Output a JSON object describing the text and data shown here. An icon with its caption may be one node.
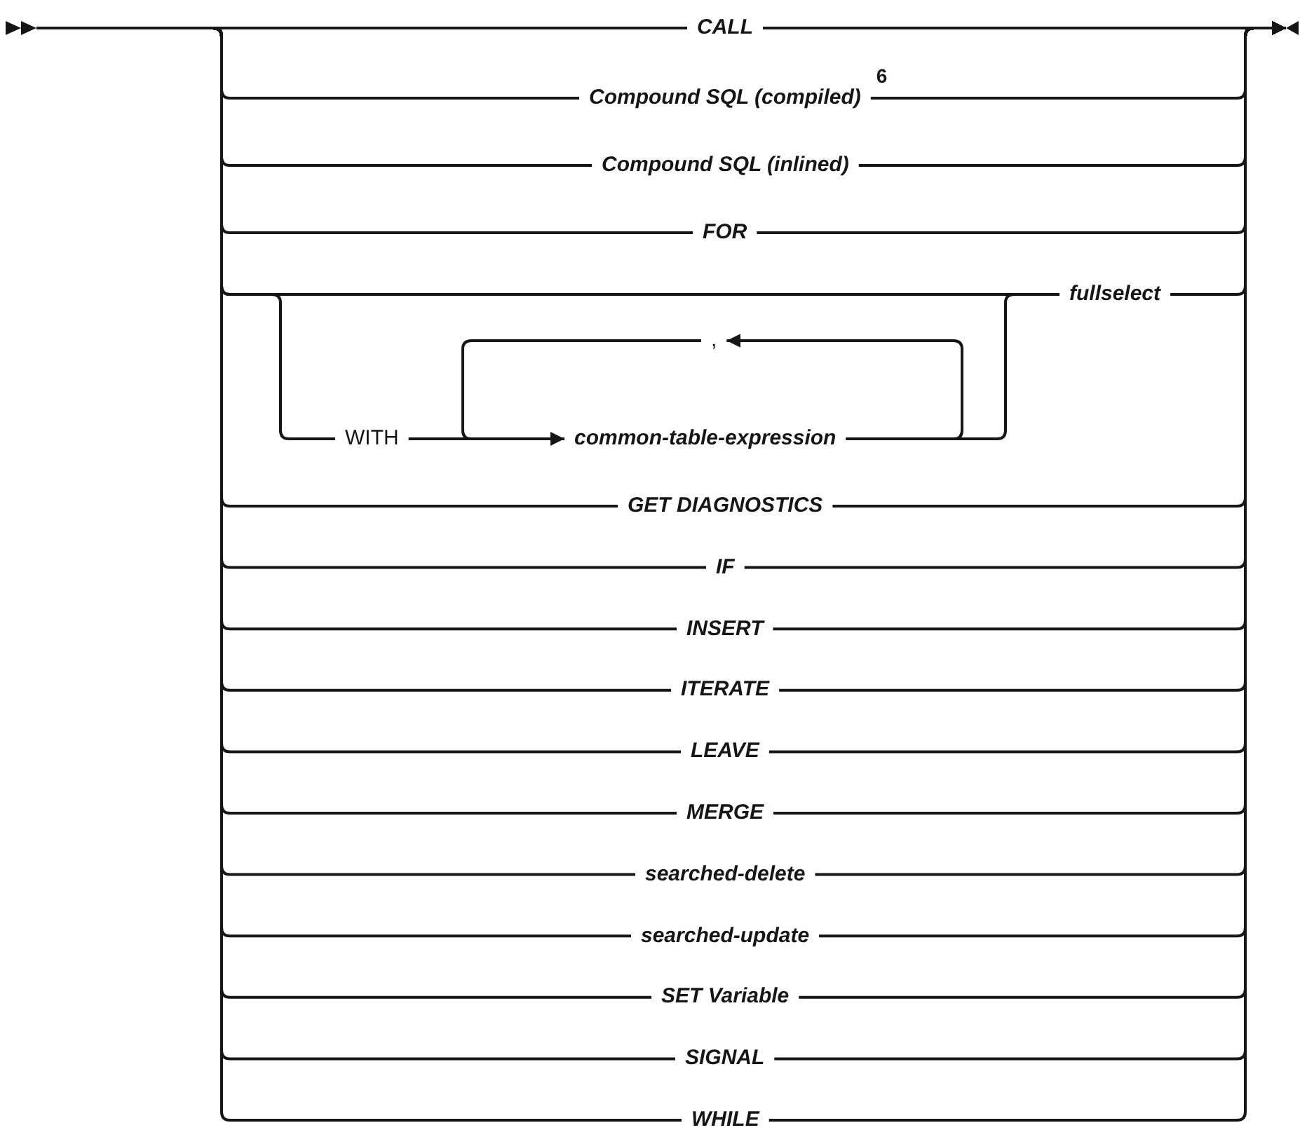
{
  "diagram": {
    "nodes": [
      {
        "text": [],
        "shape": "triangle"
      },
      {
        "text": [
          "CALL"
        ]
      },
      {
        "text": [
          "Compound SQL (compiled)"
        ],
        "beside": [
          "6"
        ]
      },
      {
        "text": [
          "Compound SQL (inlined)"
        ]
      },
      {
        "text": [
          "FOR"
        ]
      },
      {
        "text": [
          "fullselect"
        ]
      },
      {
        "text": [
          "WITH"
        ]
      },
      {
        "text": [
          ","
        ]
      },
      {
        "text": [
          "common-table-expression"
        ]
      },
      {
        "text": [
          "GET DIAGNOSTICS"
        ]
      },
      {
        "text": [
          "IF"
        ]
      },
      {
        "text": [
          "INSERT"
        ]
      },
      {
        "text": [
          "ITERATE"
        ]
      },
      {
        "text": [
          "LEAVE"
        ]
      },
      {
        "text": [
          "MERGE"
        ]
      },
      {
        "text": [
          "searched-delete"
        ]
      },
      {
        "text": [
          "searched-update"
        ]
      },
      {
        "text": [
          "SET Variable"
        ]
      },
      {
        "text": [
          "SIGNAL"
        ]
      },
      {
        "text": [
          "WHILE"
        ]
      },
      {
        "text": [],
        "shape": "triangle"
      }
    ],
    "edges": [
      {
        "from": 0,
        "to": 1,
        "arrow": "none"
      },
      {
        "from": 0,
        "to": 2,
        "arrow": "none"
      },
      {
        "from": 0,
        "to": 3,
        "arrow": "none"
      },
      {
        "from": 0,
        "to": 4,
        "arrow": "none"
      },
      {
        "from": 0,
        "to": 5,
        "arrow": "none"
      },
      {
        "from": 0,
        "to": 6,
        "arrow": "none"
      },
      {
        "from": 6,
        "to": 8,
        "arrow": "none"
      },
      {
        "from": 8,
        "to": 7,
        "arrow": "to"
      },
      {
        "from": 7,
        "to": 8,
        "arrow": "to"
      },
      {
        "from": 8,
        "to": 5,
        "arrow": "none"
      },
      {
        "from": 0,
        "to": 9,
        "arrow": "none"
      },
      {
        "from": 0,
        "to": 10,
        "arrow": "none"
      },
      {
        "from": 0,
        "to": 11,
        "arrow": "none"
      },
      {
        "from": 0,
        "to": 12,
        "arrow": "none"
      },
      {
        "from": 0,
        "to": 13,
        "arrow": "none"
      },
      {
        "from": 0,
        "to": 14,
        "arrow": "none"
      },
      {
        "from": 0,
        "to": 15,
        "arrow": "none"
      },
      {
        "from": 0,
        "to": 16,
        "arrow": "none"
      },
      {
        "from": 0,
        "to": 17,
        "arrow": "none"
      },
      {
        "from": 0,
        "to": 18,
        "arrow": "none"
      },
      {
        "from": 0,
        "to": 19,
        "arrow": "none"
      },
      {
        "from": 1,
        "to": 20,
        "arrow": "to"
      },
      {
        "from": 2,
        "to": 20,
        "arrow": "to"
      },
      {
        "from": 3,
        "to": 20,
        "arrow": "to"
      },
      {
        "from": 4,
        "to": 20,
        "arrow": "to"
      },
      {
        "from": 5,
        "to": 20,
        "arrow": "to"
      },
      {
        "from": 9,
        "to": 20,
        "arrow": "to"
      },
      {
        "from": 10,
        "to": 20,
        "arrow": "to"
      },
      {
        "from": 11,
        "to": 20,
        "arrow": "to"
      },
      {
        "from": 12,
        "to": 20,
        "arrow": "to"
      },
      {
        "from": 13,
        "to": 20,
        "arrow": "to"
      },
      {
        "from": 14,
        "to": 20,
        "arrow": "to"
      },
      {
        "from": 15,
        "to": 20,
        "arrow": "to"
      },
      {
        "from": 16,
        "to": 20,
        "arrow": "to"
      },
      {
        "from": 17,
        "to": 20,
        "arrow": "to"
      },
      {
        "from": 18,
        "to": 20,
        "arrow": "to"
      },
      {
        "from": 19,
        "to": 20,
        "arrow": "to"
      }
    ]
  }
}
